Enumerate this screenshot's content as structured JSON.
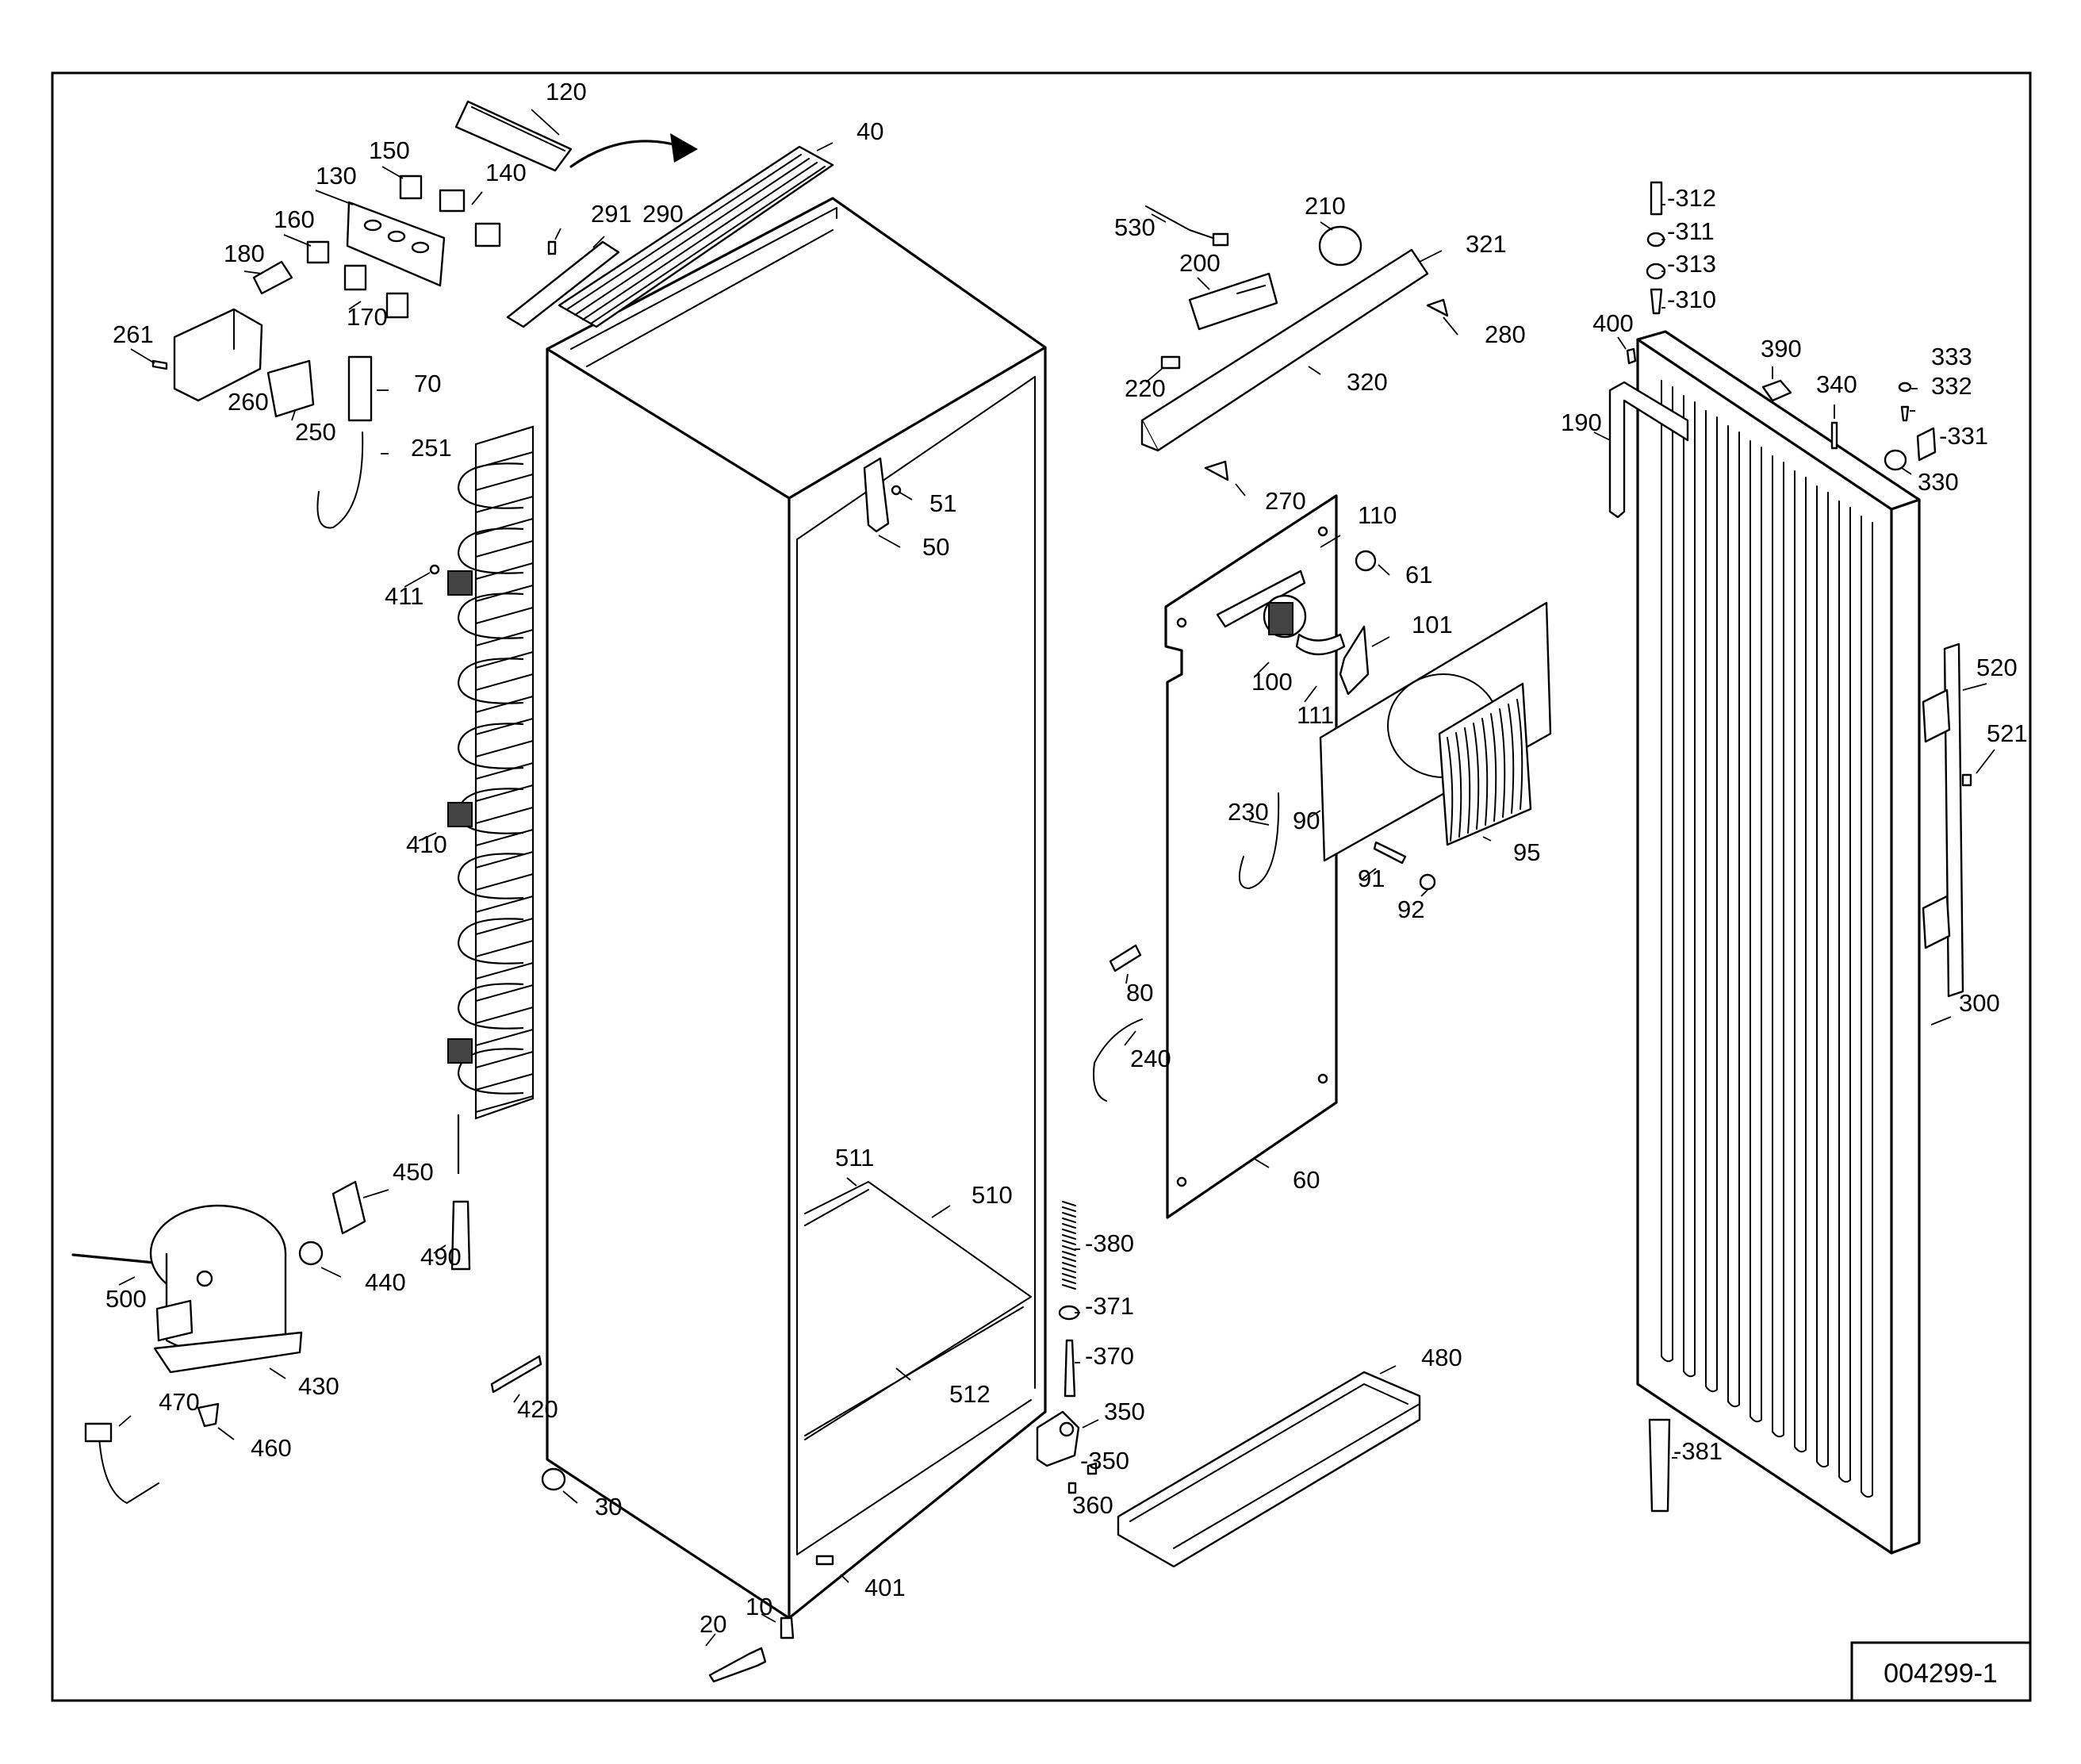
{
  "drawing_number": "004299-1",
  "part_labels": [
    {
      "id": "120",
      "text": "120"
    },
    {
      "id": "40",
      "text": "40"
    },
    {
      "id": "150",
      "text": "150"
    },
    {
      "id": "140",
      "text": "140"
    },
    {
      "id": "130",
      "text": "130"
    },
    {
      "id": "291",
      "text": "291"
    },
    {
      "id": "290",
      "text": "290"
    },
    {
      "id": "160",
      "text": "160"
    },
    {
      "id": "180",
      "text": "180"
    },
    {
      "id": "170",
      "text": "170"
    },
    {
      "id": "261",
      "text": "261"
    },
    {
      "id": "70",
      "text": "70"
    },
    {
      "id": "260",
      "text": "260"
    },
    {
      "id": "250",
      "text": "250"
    },
    {
      "id": "251",
      "text": "251"
    },
    {
      "id": "51",
      "text": "51"
    },
    {
      "id": "50",
      "text": "50"
    },
    {
      "id": "411",
      "text": "411"
    },
    {
      "id": "410",
      "text": "410"
    },
    {
      "id": "450",
      "text": "450"
    },
    {
      "id": "490",
      "text": "490"
    },
    {
      "id": "500",
      "text": "500"
    },
    {
      "id": "440",
      "text": "440"
    },
    {
      "id": "430",
      "text": "430"
    },
    {
      "id": "470",
      "text": "470"
    },
    {
      "id": "460",
      "text": "460"
    },
    {
      "id": "420",
      "text": "420"
    },
    {
      "id": "30",
      "text": "30"
    },
    {
      "id": "511",
      "text": "511"
    },
    {
      "id": "510",
      "text": "510"
    },
    {
      "id": "512",
      "text": "512"
    },
    {
      "id": "401",
      "text": "401"
    },
    {
      "id": "10",
      "text": "10"
    },
    {
      "id": "20",
      "text": "20"
    },
    {
      "id": "530",
      "text": "530"
    },
    {
      "id": "210",
      "text": "210"
    },
    {
      "id": "321",
      "text": "321"
    },
    {
      "id": "200",
      "text": "200"
    },
    {
      "id": "280",
      "text": "280"
    },
    {
      "id": "220",
      "text": "220"
    },
    {
      "id": "320",
      "text": "320"
    },
    {
      "id": "270",
      "text": "270"
    },
    {
      "id": "110",
      "text": "110"
    },
    {
      "id": "61",
      "text": "61"
    },
    {
      "id": "101",
      "text": "101"
    },
    {
      "id": "100",
      "text": "100"
    },
    {
      "id": "111",
      "text": "111"
    },
    {
      "id": "230",
      "text": "230"
    },
    {
      "id": "90",
      "text": "90"
    },
    {
      "id": "95",
      "text": "95"
    },
    {
      "id": "91",
      "text": "91"
    },
    {
      "id": "92",
      "text": "92"
    },
    {
      "id": "80",
      "text": "80"
    },
    {
      "id": "240",
      "text": "240"
    },
    {
      "id": "60",
      "text": "60"
    },
    {
      "id": "380",
      "text": "-380"
    },
    {
      "id": "371",
      "text": "-371"
    },
    {
      "id": "370",
      "text": "-370"
    },
    {
      "id": "350a",
      "text": "350"
    },
    {
      "id": "350b",
      "text": "-350"
    },
    {
      "id": "360",
      "text": "360"
    },
    {
      "id": "480",
      "text": "480"
    },
    {
      "id": "312",
      "text": "-312"
    },
    {
      "id": "311",
      "text": "-311"
    },
    {
      "id": "313",
      "text": "-313"
    },
    {
      "id": "310",
      "text": "-310"
    },
    {
      "id": "400",
      "text": "400"
    },
    {
      "id": "390",
      "text": "390"
    },
    {
      "id": "340",
      "text": "340"
    },
    {
      "id": "333",
      "text": "333"
    },
    {
      "id": "332",
      "text": "332"
    },
    {
      "id": "331",
      "text": "-331"
    },
    {
      "id": "190",
      "text": "190"
    },
    {
      "id": "330",
      "text": "330"
    },
    {
      "id": "520",
      "text": "520"
    },
    {
      "id": "521",
      "text": "521"
    },
    {
      "id": "300",
      "text": "300"
    },
    {
      "id": "381",
      "text": "-381"
    }
  ]
}
